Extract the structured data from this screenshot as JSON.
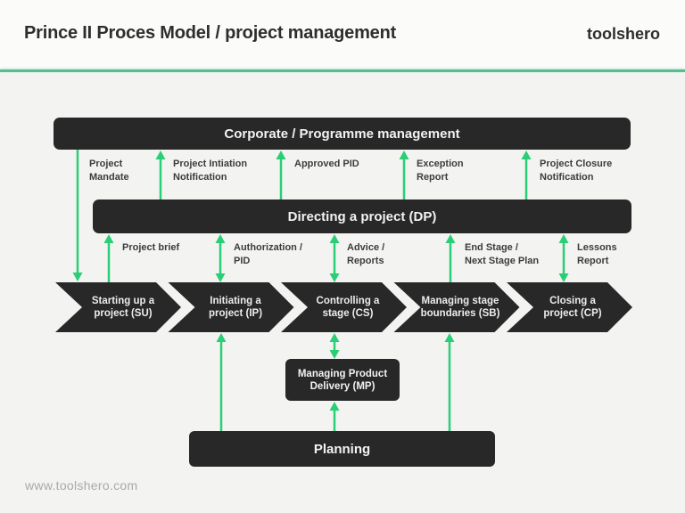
{
  "header": {
    "title": "Prince II Proces Model / project management",
    "brand": "toolshero"
  },
  "footer": {
    "url": "www.toolshero.com"
  },
  "colors": {
    "accent_green": "#2ace75",
    "bar_dark": "#282828",
    "divider_green": "#56be91"
  },
  "diagram": {
    "bars": {
      "corporate": "Corporate / Programme management",
      "directing": "Directing a project (DP)",
      "managing_product": "Managing Product\nDelivery (MP)",
      "planning": "Planning"
    },
    "chevrons": [
      "Starting up a\nproject (SU)",
      "Initiating a\nproject (IP)",
      "Controlling a\nstage (CS)",
      "Managing stage\nboundaries (SB)",
      "Closing a\nproject (CP)"
    ],
    "labels_top_row": [
      "Project\nMandate",
      "Project Intiation\nNotification",
      "Approved PID",
      "Exception\nReport",
      "Project Closure\nNotification"
    ],
    "labels_mid_row": [
      "Project brief",
      "Authorization /\nPID",
      "Advice /\nReports",
      "End Stage /\nNext Stage Plan",
      "Lessons\nReport"
    ]
  }
}
